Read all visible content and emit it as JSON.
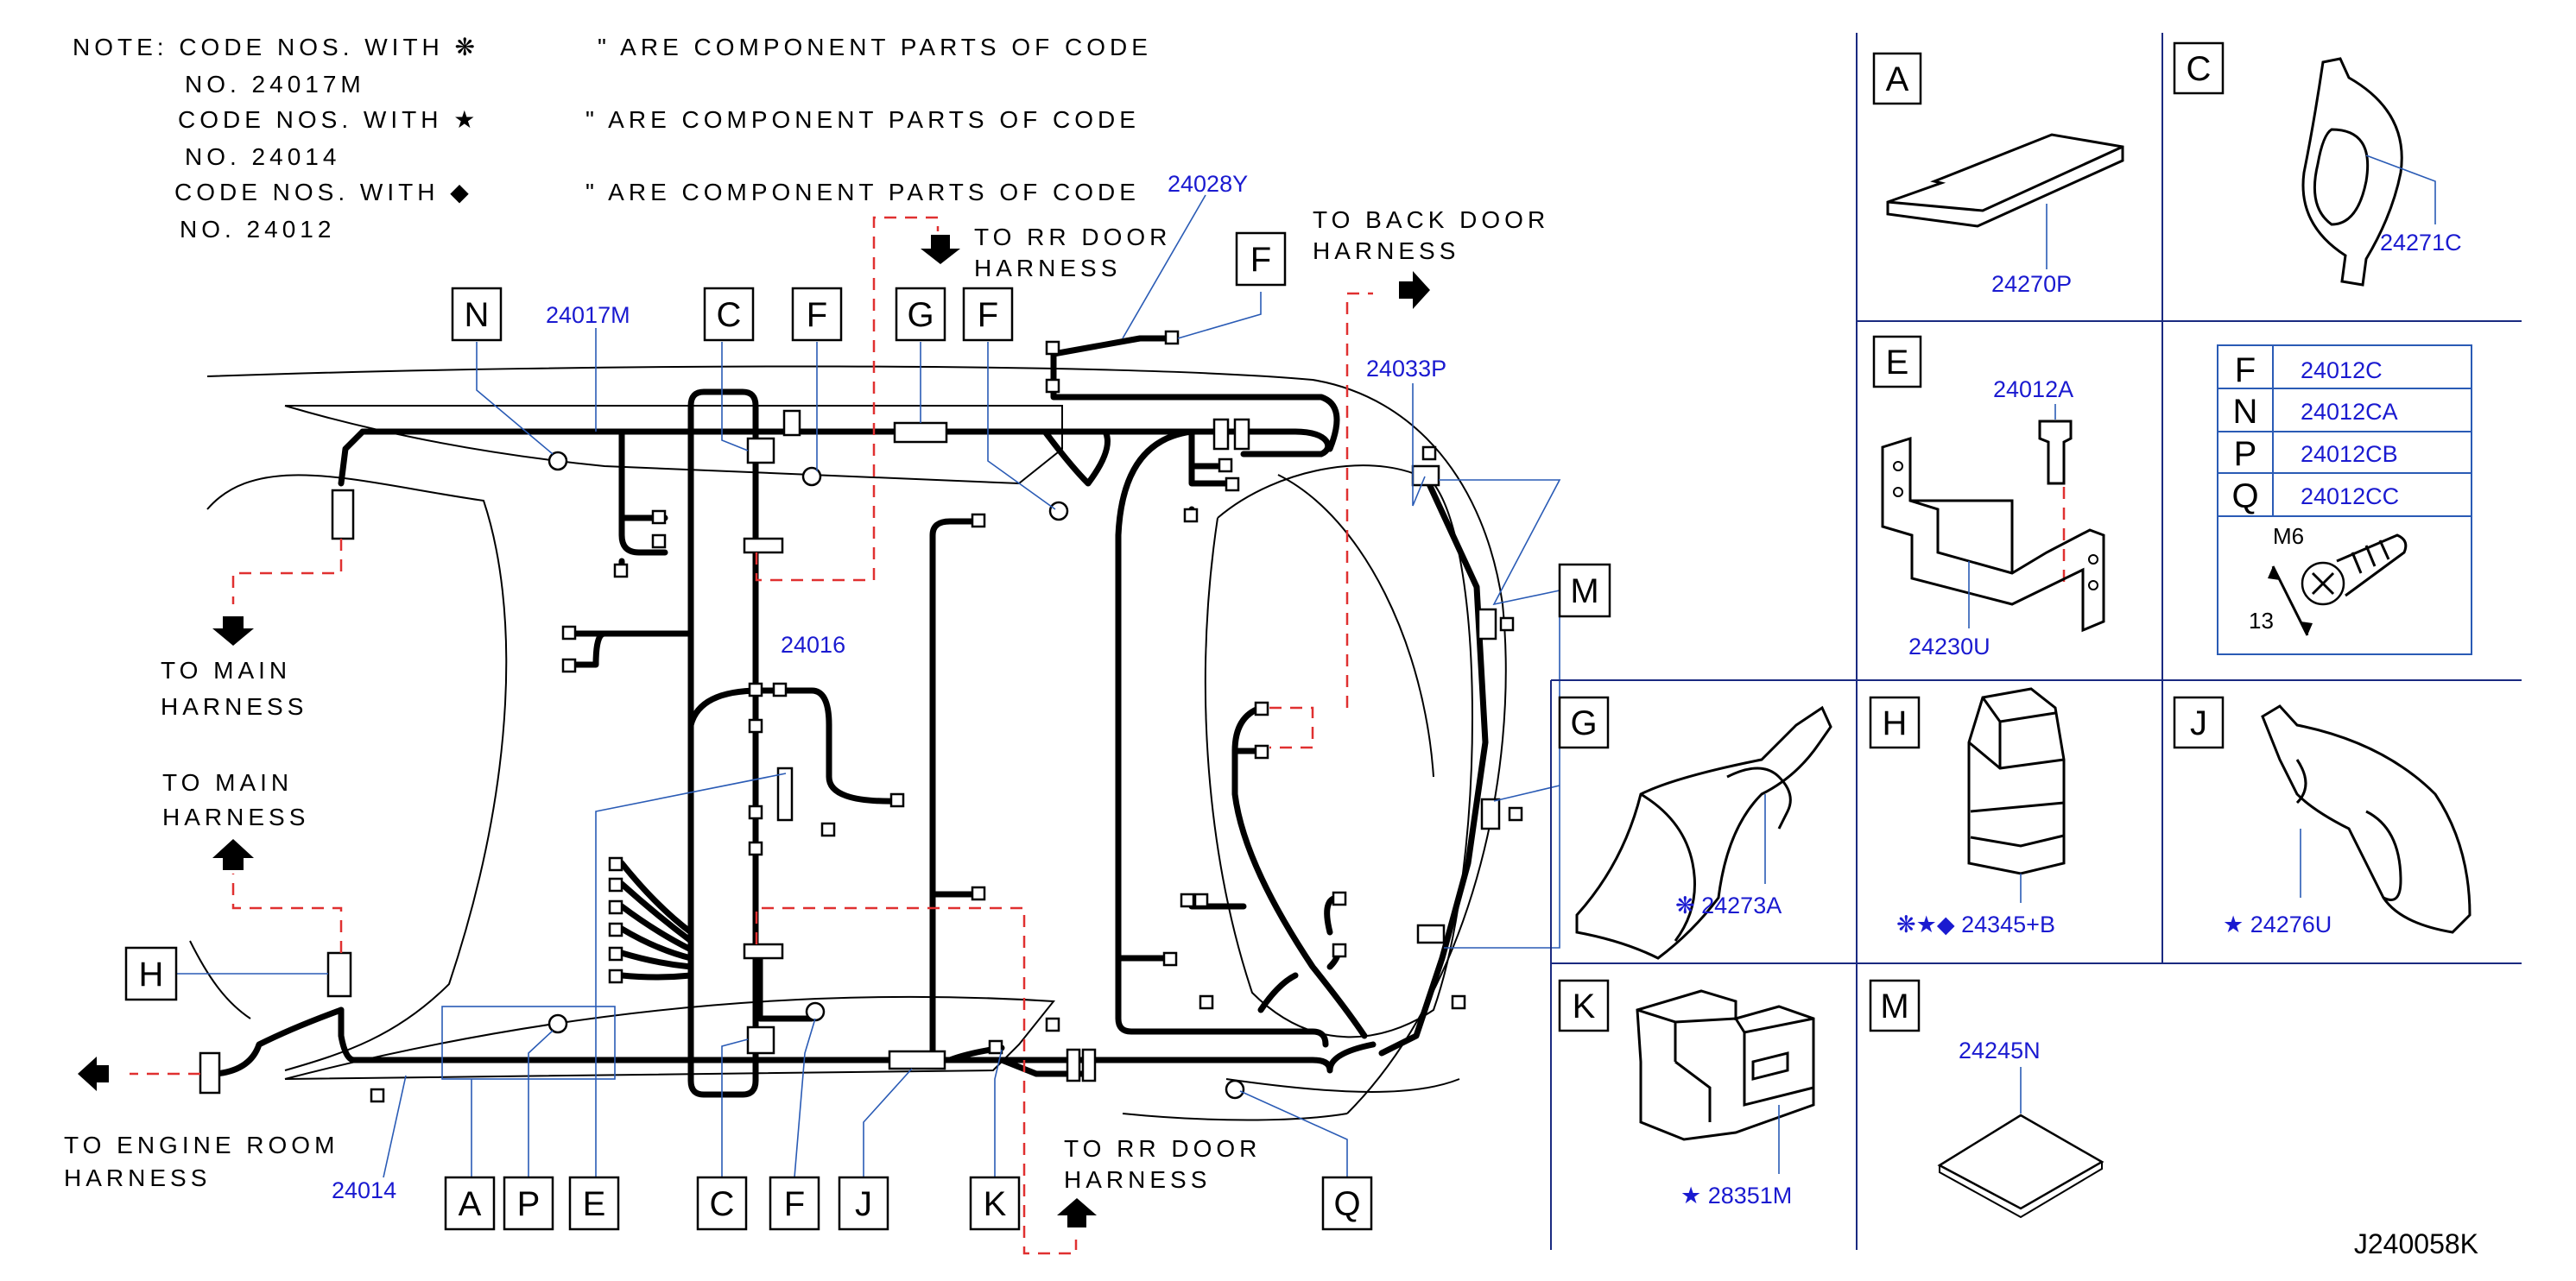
{
  "notes": {
    "line1": "NOTE:  CODE  NOS.  WITH  ❋",
    "line1b": "\"  ARE  COMPONENT  PARTS  OF  CODE",
    "line2": "NO.  24017M",
    "line3": "CODE  NOS.  WITH  ★",
    "line3b": "\"  ARE  COMPONENT  PARTS  OF  CODE",
    "line4": "NO.  24014",
    "line5": "CODE  NOS.  WITH  ◆",
    "line5b": "\"  ARE  COMPONENT  PARTS  OF  CODE",
    "line6": "NO.  24012"
  },
  "directions": {
    "rr_door_top_1": "TO  RR  DOOR",
    "rr_door_top_2": "HARNESS",
    "back_door_1": "TO  BACK  DOOR",
    "back_door_2": "HARNESS",
    "main_1a": "TO  MAIN",
    "main_1b": "HARNESS",
    "main_2a": "TO  MAIN",
    "main_2b": "HARNESS",
    "engine_1": "TO  ENGINE  ROOM",
    "engine_2": "HARNESS",
    "rr_door_bot_1": "TO  RR  DOOR",
    "rr_door_bot_2": "HARNESS"
  },
  "part_numbers": {
    "p24017M": "24017M",
    "p24028Y": "24028Y",
    "p24033P": "24033P",
    "p24016": "24016",
    "p24014": "24014"
  },
  "callouts_top": [
    "N",
    "C",
    "F",
    "G",
    "F",
    "F"
  ],
  "callouts_bottom": [
    "A",
    "P",
    "E",
    "C",
    "F",
    "J",
    "K",
    "Q"
  ],
  "callouts_side": [
    "H",
    "M"
  ],
  "panels": {
    "A": {
      "letter": "A",
      "part": "24270P"
    },
    "C": {
      "letter": "C",
      "part": "24271C"
    },
    "E": {
      "letter": "E",
      "part_clip": "24012A",
      "part_bracket": "24230U"
    },
    "table": {
      "rows": [
        {
          "letter": "F",
          "part": "24012C"
        },
        {
          "letter": "N",
          "part": "24012CA"
        },
        {
          "letter": "P",
          "part": "24012CB"
        },
        {
          "letter": "Q",
          "part": "24012CC"
        }
      ],
      "bolt_label": "M6",
      "bolt_dim": "13"
    },
    "G": {
      "letter": "G",
      "part": "❋ 24273A"
    },
    "H": {
      "letter": "H",
      "part": "❋★◆ 24345+B"
    },
    "J": {
      "letter": "J",
      "part": "★ 24276U"
    },
    "K": {
      "letter": "K",
      "part": "★ 28351M"
    },
    "M": {
      "letter": "M",
      "part": "24245N"
    }
  },
  "drawing_code": "J240058K",
  "colors": {
    "part_number": "#1a1ad0",
    "leader": "#2a5bb5",
    "dashed_route": "#e03030",
    "frame": "#1a2a80"
  }
}
